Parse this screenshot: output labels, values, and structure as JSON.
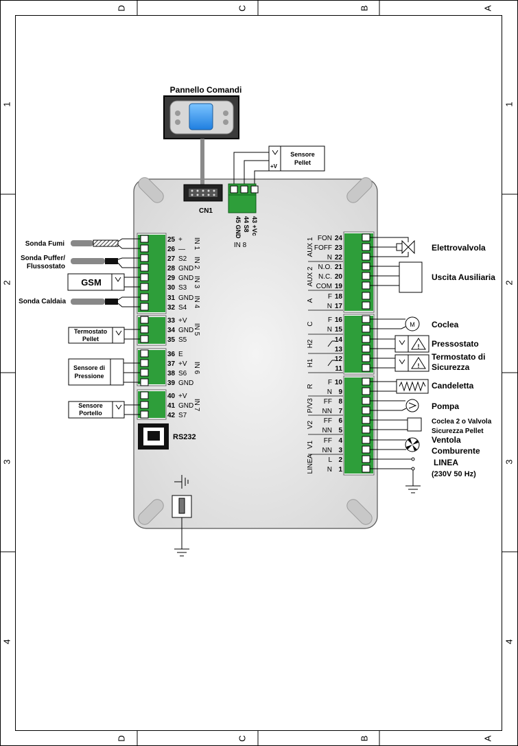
{
  "frame": {
    "top_letters": [
      "D",
      "C",
      "B",
      "A"
    ],
    "bottom_letters": [
      "D",
      "C",
      "B",
      "A"
    ],
    "side_numbers": [
      "1",
      "2",
      "3",
      "4"
    ]
  },
  "panel": {
    "title": "Pannello Comandi",
    "connector": "CN1"
  },
  "pellet_sensor": {
    "label_line1": "Sensore",
    "label_line2": "Pellet",
    "plus_v": "+V"
  },
  "top_terminals": {
    "rows": [
      "43 +Vc",
      "44 S8",
      "45 GND"
    ],
    "group": "IN 8"
  },
  "left_terminals": [
    {
      "num": "25",
      "sig": "+"
    },
    {
      "num": "26",
      "sig": "—"
    },
    {
      "num": "27",
      "sig": "S2"
    },
    {
      "num": "28",
      "sig": "GND"
    },
    {
      "num": "29",
      "sig": "GND"
    },
    {
      "num": "30",
      "sig": "S3"
    },
    {
      "num": "31",
      "sig": "GND"
    },
    {
      "num": "32",
      "sig": "S4"
    },
    {
      "num": "33",
      "sig": "+V"
    },
    {
      "num": "34",
      "sig": "GND"
    },
    {
      "num": "35",
      "sig": "S5"
    },
    {
      "num": "36",
      "sig": "E"
    },
    {
      "num": "37",
      "sig": "+V"
    },
    {
      "num": "38",
      "sig": "S6"
    },
    {
      "num": "39",
      "sig": "GND"
    },
    {
      "num": "40",
      "sig": "+V"
    },
    {
      "num": "41",
      "sig": "GND"
    },
    {
      "num": "42",
      "sig": "S7"
    }
  ],
  "left_groups": [
    "IN 1",
    "IN 2",
    "IN 3",
    "IN 4",
    "IN 5",
    "IN 6",
    "IN 7"
  ],
  "left_devices": [
    {
      "label": "Sonda Fumi"
    },
    {
      "label": "Sonda Puffer/\nFlussostato"
    },
    {
      "label": "GSM"
    },
    {
      "label": "Sonda Caldaia"
    },
    {
      "label": "Termostato\nPellet"
    },
    {
      "label": "Sensore di\nPressione"
    },
    {
      "label": "Sensore\nPortello"
    }
  ],
  "rs232": "RS232",
  "right_terminals": [
    {
      "sig": "FON",
      "num": "24"
    },
    {
      "sig": "FOFF",
      "num": "23"
    },
    {
      "sig": "N",
      "num": "22"
    },
    {
      "sig": "N.O.",
      "num": "21"
    },
    {
      "sig": "N.C.",
      "num": "20"
    },
    {
      "sig": "COM",
      "num": "19"
    },
    {
      "sig": "F",
      "num": "18"
    },
    {
      "sig": "N",
      "num": "17"
    },
    {
      "sig": "F",
      "num": "16"
    },
    {
      "sig": "N",
      "num": "15"
    },
    {
      "sig": "",
      "num": "14"
    },
    {
      "sig": "",
      "num": "13"
    },
    {
      "sig": "",
      "num": "12"
    },
    {
      "sig": "",
      "num": "11"
    },
    {
      "sig": "F",
      "num": "10"
    },
    {
      "sig": "N",
      "num": "9"
    },
    {
      "sig": "FF",
      "num": "8"
    },
    {
      "sig": "NN",
      "num": "7"
    },
    {
      "sig": "FF",
      "num": "6"
    },
    {
      "sig": "NN",
      "num": "5"
    },
    {
      "sig": "FF",
      "num": "4"
    },
    {
      "sig": "NN",
      "num": "3"
    },
    {
      "sig": "L",
      "num": "2"
    },
    {
      "sig": "N",
      "num": "1"
    }
  ],
  "right_groups": [
    "AUX 1",
    "AUX 2",
    "A",
    "C",
    "H2",
    "H1",
    "R",
    "P/V3",
    "V2",
    "V1",
    "LINEA"
  ],
  "right_devices": {
    "elettrovalvola": "Elettrovalvola",
    "uscita": "Uscita Ausiliaria",
    "coclea": "Coclea",
    "pressostato": "Pressostato",
    "termostato1": "Termostato di",
    "termostato2": "Sicurezza",
    "candeletta": "Candeletta",
    "pompa": "Pompa",
    "coclea2_1": "Coclea 2 o Valvola",
    "coclea2_2": "Sicurezza Pellet",
    "ventola1": "Ventola",
    "ventola2": "Comburente",
    "linea1": "LINEA",
    "linea2": "(230V 50 Hz)"
  },
  "colors": {
    "terminal_green": "#2e9e3a",
    "board": "#e4e4e4",
    "display_blue": "#2a8ff0"
  }
}
